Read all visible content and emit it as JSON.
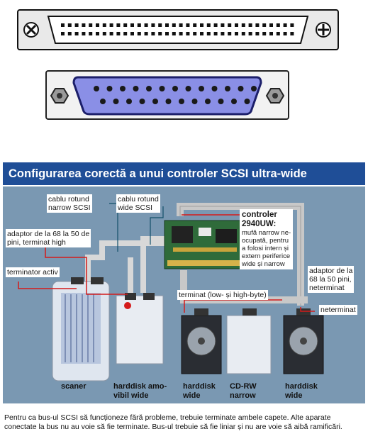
{
  "title": "Configurarea corectă a unui controler SCSI ultra-wide",
  "labels": {
    "cable_narrow": "cablu rotund\nnarrow SCSI",
    "cable_wide": "cablu rotund\nwide SCSI",
    "controller_title": "controler\n2940UW:",
    "controller_desc": "mufă narrow ne-\nocupată, pentru\na folosi intern și\nextern periferice\nwide și narrow",
    "adapter_high": "adaptor de la 68 la 50 de\npini, terminat high",
    "terminator_active": "terminator activ",
    "terminated_low_high": "terminat (low- și high-byte)",
    "adapter_unterminated": "adaptor de la\n68 la 50 pini,\nneterminat",
    "unterminated": "neterminat"
  },
  "devices": {
    "scanner": "scaner",
    "removable_hdd": "harddisk amo-\nvibil wide",
    "hdd_wide_1": "harddisk\nwide",
    "cdrw": "CD-RW\nnarrow",
    "hdd_wide_2": "harddisk\nwide"
  },
  "caption": "Pentru ca bus-ul SCSI să funcționeze fără probleme, trebuie terminate ambele capete. Alte aparate conectate la bus nu au voie să fie terminate. Bus-ul trebuie să fie liniar și nu are voie să aibă ramificări.",
  "colors": {
    "title_bg": "#1f4e97",
    "panel_bg": "#7a98b2",
    "leader_line": "#d41a1a",
    "connector_blue": "#8a8fe6"
  }
}
